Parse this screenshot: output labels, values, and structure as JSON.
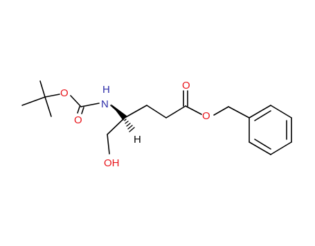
{
  "molecule": {
    "atoms": {
      "carbonyl_o_boc": "O",
      "ether_o_boc": "O",
      "nh": "N",
      "nh_h": "H",
      "stereo_h": "H",
      "hydroxyl": "OH",
      "carbonyl_o_ester": "O",
      "ether_o_ester": "O"
    }
  },
  "colors": {
    "bond": "#000000",
    "oxygen": "#e8141a",
    "nitrogen": "#2b2ba8",
    "hydrogen": "#000000"
  }
}
